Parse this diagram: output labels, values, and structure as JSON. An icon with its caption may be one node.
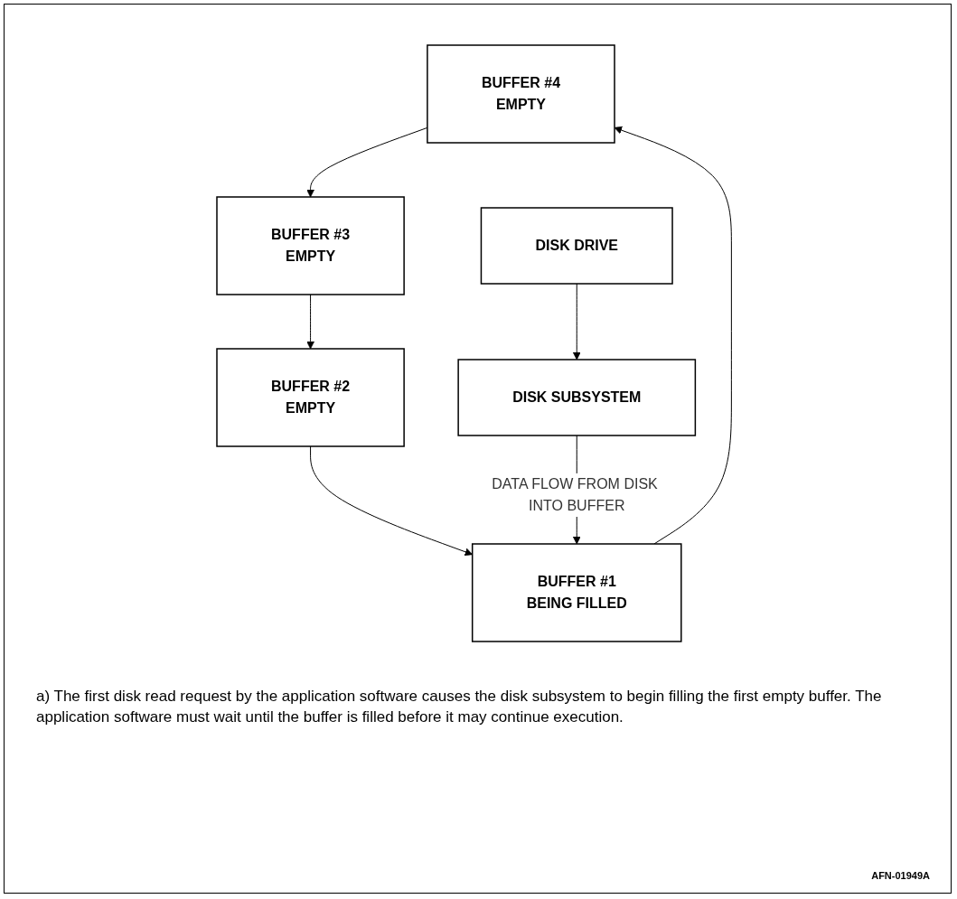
{
  "diagram": {
    "caption": "a) The first disk read request by the application software causes the disk subsystem to begin filling the first empty buffer. The application software must wait until the buffer is filled before it may continue execution.",
    "nodes": [
      {
        "text": [
          "BUFFER #4",
          "EMPTY"
        ]
      },
      {
        "text": [
          "BUFFER #3",
          "EMPTY"
        ]
      },
      {
        "text": [
          "BUFFER #2",
          "EMPTY"
        ]
      },
      {
        "text": [
          "BUFFER #1",
          "BEING FILLED"
        ]
      },
      {
        "text": [
          "DISK DRIVE"
        ]
      },
      {
        "text": [
          "DISK SUBSYSTEM"
        ]
      }
    ],
    "edges": [
      {
        "from": 0,
        "to": 1,
        "arrow": "to"
      },
      {
        "from": 1,
        "to": 2,
        "arrow": "to"
      },
      {
        "from": 2,
        "to": 3,
        "arrow": "to"
      },
      {
        "from": 3,
        "to": 0,
        "arrow": "to"
      },
      {
        "from": 4,
        "to": 5,
        "arrow": "to"
      },
      {
        "from": 5,
        "to": 3,
        "arrow": "to",
        "label": "DATA FLOW FROM DISK INTO BUFFER"
      }
    ],
    "labels": [
      "AFN-01949A"
    ]
  }
}
